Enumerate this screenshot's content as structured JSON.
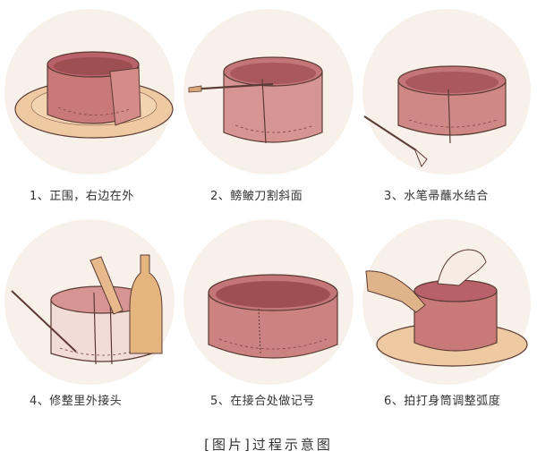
{
  "steps": [
    {
      "caption": "1、正围，右边在外"
    },
    {
      "caption": "2、鳑鲏刀割斜面"
    },
    {
      "caption": "3、水笔帚蘸水结合"
    },
    {
      "caption": "4、修整里外接头"
    },
    {
      "caption": "5、在接合处做记号"
    },
    {
      "caption": "6、拍打身筒调整弧度"
    }
  ],
  "footer": "[图片]过程示意图",
  "colors": {
    "clay": "#c97a78",
    "clay_dark": "#9e4f52",
    "plate": "#eec9a2",
    "outline": "#5b3b34",
    "disc": "#f7f1ea",
    "wood": "#d9a679"
  }
}
